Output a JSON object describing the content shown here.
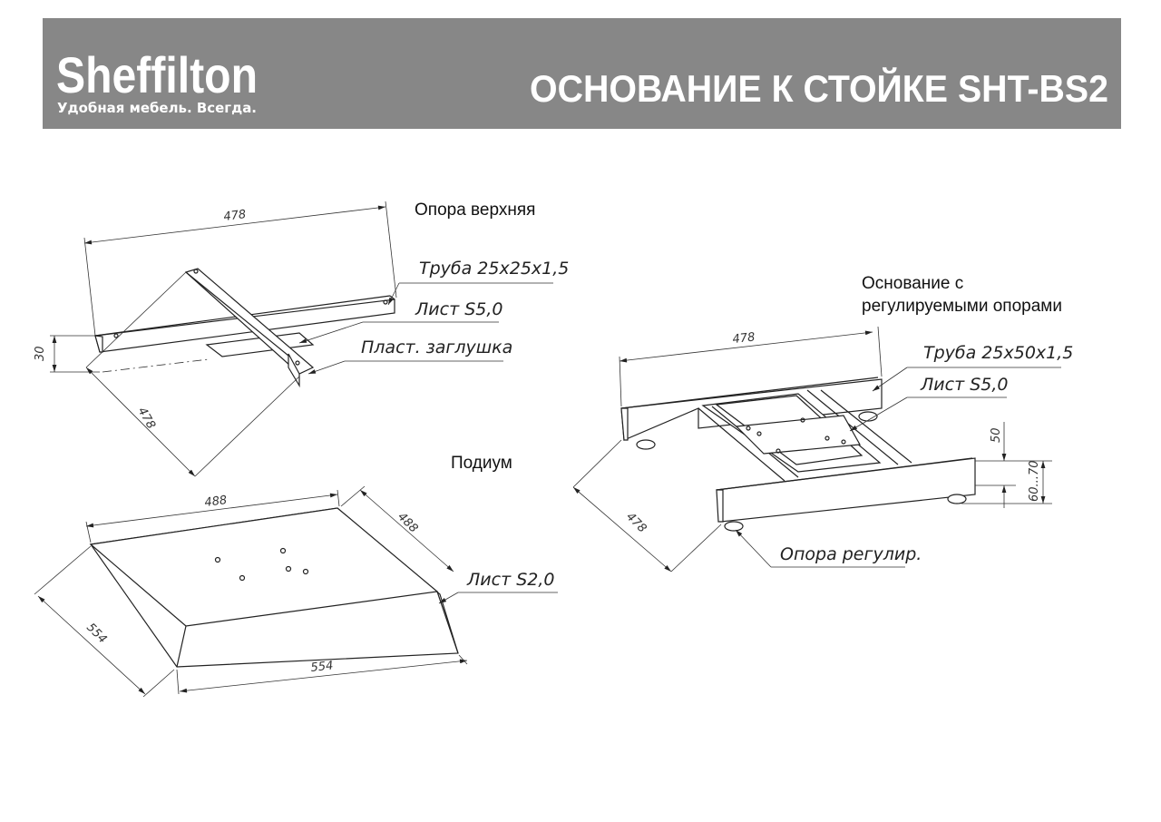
{
  "header": {
    "logo": "Sheffilton",
    "tagline": "Удобная мебель. Всегда.",
    "title": "ОСНОВАНИЕ К СТОЙКЕ SHT-BS2",
    "background": "#878787"
  },
  "top_support": {
    "title": "Опора верхняя",
    "dim_width": "478",
    "dim_depth": "478",
    "dim_height": "30",
    "callouts": [
      "Труба 25х25х1,5",
      "Лист S5,0",
      "Пласт. заглушка"
    ]
  },
  "podium": {
    "title": "Подиум",
    "dim_top_width": "488",
    "dim_top_depth": "488",
    "dim_bottom_width": "554",
    "dim_bottom_depth": "554",
    "callouts": [
      "Лист S2,0"
    ]
  },
  "base": {
    "title_line1": "Основание с",
    "title_line2": "регулируемыми опорами",
    "dim_width": "478",
    "dim_depth": "478",
    "dim_height": "50",
    "dim_adjust": "60...70",
    "callouts": [
      "Труба 25х50х1,5",
      "Лист S5,0",
      "Опора регулир."
    ]
  }
}
